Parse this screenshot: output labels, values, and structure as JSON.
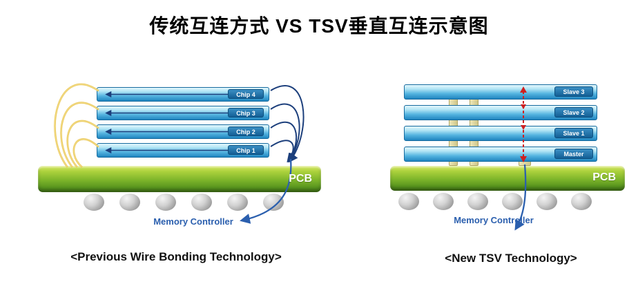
{
  "title": "传统互连方式 VS TSV垂直互连示意图",
  "left": {
    "chips": [
      "Chip 4",
      "Chip 3",
      "Chip 2",
      "Chip 1"
    ],
    "pcb_label": "PCB",
    "controller_label": "Memory Controller",
    "caption": "<Previous Wire Bonding Technology>"
  },
  "right": {
    "chips": [
      "Slave 3",
      "Slave 2",
      "Slave 1",
      "Master"
    ],
    "pcb_label": "PCB",
    "controller_label": "Memory Controller",
    "caption": "<New TSV Technology>"
  },
  "colors": {
    "chip_blue": "#2e9ed2",
    "chip_label_blue": "#135f95",
    "pcb_green": "#7cb42a",
    "wire_gold": "#e8c553",
    "wire_navy": "#1c3f7c",
    "controller_blue": "#2b5fae",
    "tsv_arrow_red": "#cf2020",
    "tsv_via_tan": "#d9d29a",
    "solder_gray": "#a0a0a0"
  }
}
